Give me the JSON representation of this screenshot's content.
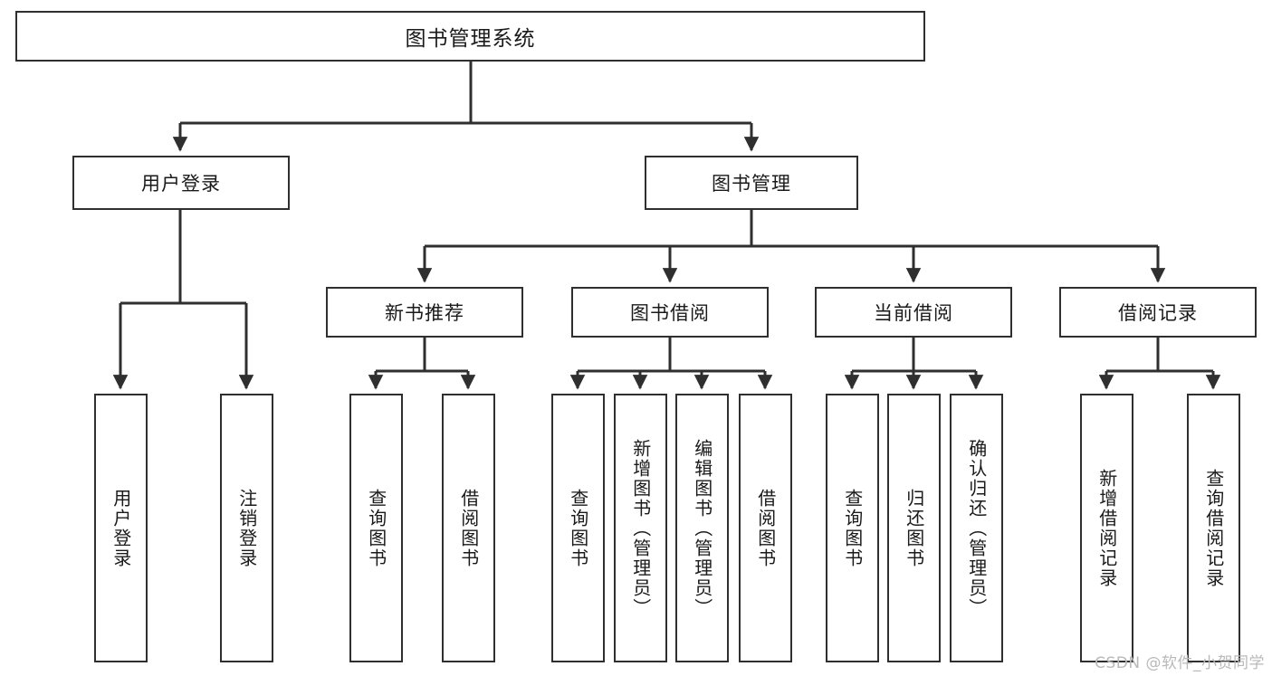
{
  "diagram": {
    "title": "图书管理系统",
    "type": "hierarchy-tree",
    "watermark": "CSDN @软件_小贺同学",
    "colors": {
      "box_border": "#2f2f2f",
      "box_fill": "#ffffff",
      "edge": "#2f2f2f",
      "text": "#1a1a1a",
      "watermark": "#b9b9b9",
      "background": "#ffffff"
    },
    "root": {
      "id": "root",
      "label": "图书管理系统"
    },
    "level1": [
      {
        "id": "user-login",
        "label": "用户登录"
      },
      {
        "id": "book-manage",
        "label": "图书管理"
      }
    ],
    "level2": [
      {
        "id": "new-book-rec",
        "label": "新书推荐",
        "parent": "book-manage"
      },
      {
        "id": "book-borrow",
        "label": "图书借阅",
        "parent": "book-manage"
      },
      {
        "id": "current-borrow",
        "label": "当前借阅",
        "parent": "book-manage"
      },
      {
        "id": "borrow-record",
        "label": "借阅记录",
        "parent": "book-manage"
      }
    ],
    "leaves": [
      {
        "id": "leaf-user-login",
        "label": "用户登录",
        "parent": "user-login"
      },
      {
        "id": "leaf-logout-login",
        "label": "注销登录",
        "parent": "user-login"
      },
      {
        "id": "leaf-query-book-1",
        "label": "查询图书",
        "parent": "new-book-rec"
      },
      {
        "id": "leaf-borrow-book-1",
        "label": "借阅图书",
        "parent": "new-book-rec"
      },
      {
        "id": "leaf-query-book-2",
        "label": "查询图书",
        "parent": "book-borrow"
      },
      {
        "id": "leaf-add-book",
        "label": "新增图书（管理员）",
        "parent": "book-borrow"
      },
      {
        "id": "leaf-edit-book",
        "label": "编辑图书（管理员）",
        "parent": "book-borrow"
      },
      {
        "id": "leaf-borrow-book-2",
        "label": "借阅图书",
        "parent": "book-borrow"
      },
      {
        "id": "leaf-query-book-3",
        "label": "查询图书",
        "parent": "current-borrow"
      },
      {
        "id": "leaf-return-book",
        "label": "归还图书",
        "parent": "current-borrow"
      },
      {
        "id": "leaf-confirm-return",
        "label": "确认归还（管理员）",
        "parent": "current-borrow"
      },
      {
        "id": "leaf-add-record",
        "label": "新增借阅记录",
        "parent": "borrow-record"
      },
      {
        "id": "leaf-query-record",
        "label": "查询借阅记录",
        "parent": "borrow-record"
      }
    ]
  }
}
